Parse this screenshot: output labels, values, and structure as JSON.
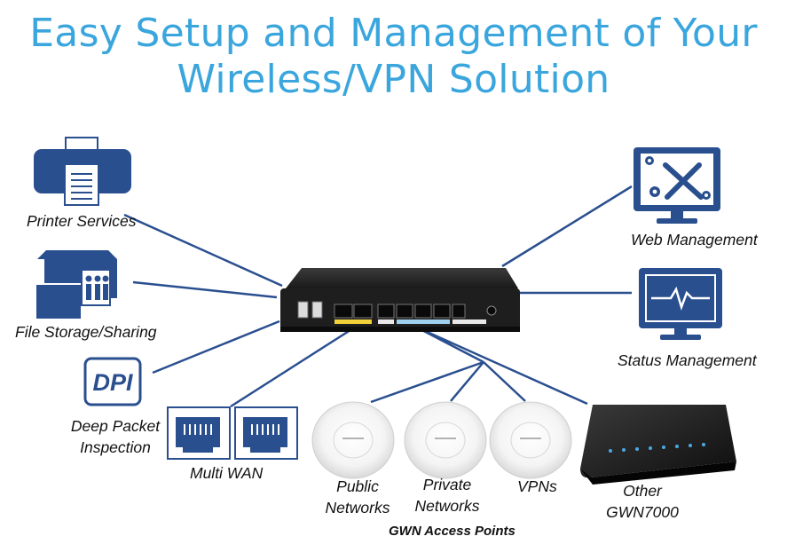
{
  "title": {
    "line1": "Easy Setup and Management of Your",
    "line2": "Wireless/VPN Solution"
  },
  "colors": {
    "title": "#3aa6dd",
    "icon": "#2a4f8f",
    "line": "#2a4f8f",
    "device": "#1e1e1e"
  },
  "labels": {
    "printer": "Printer Services",
    "storage": "File Storage/Sharing",
    "dpi_1": "Deep Packet",
    "dpi_2": "Inspection",
    "dpi_badge": "DPI",
    "multi_wan": "Multi WAN",
    "public_1": "Public",
    "public_2": "Networks",
    "private_1": "Private",
    "private_2": "Networks",
    "vpns": "VPNs",
    "other_1": "Other",
    "other_2": "GWN7000",
    "access_points": "GWN Access Points",
    "web": "Web Management",
    "status": "Status Management"
  },
  "icons": [
    "printer-icon",
    "file-storage-icon",
    "dpi-icon",
    "ethernet-port-icon",
    "web-management-icon",
    "status-monitor-icon"
  ]
}
